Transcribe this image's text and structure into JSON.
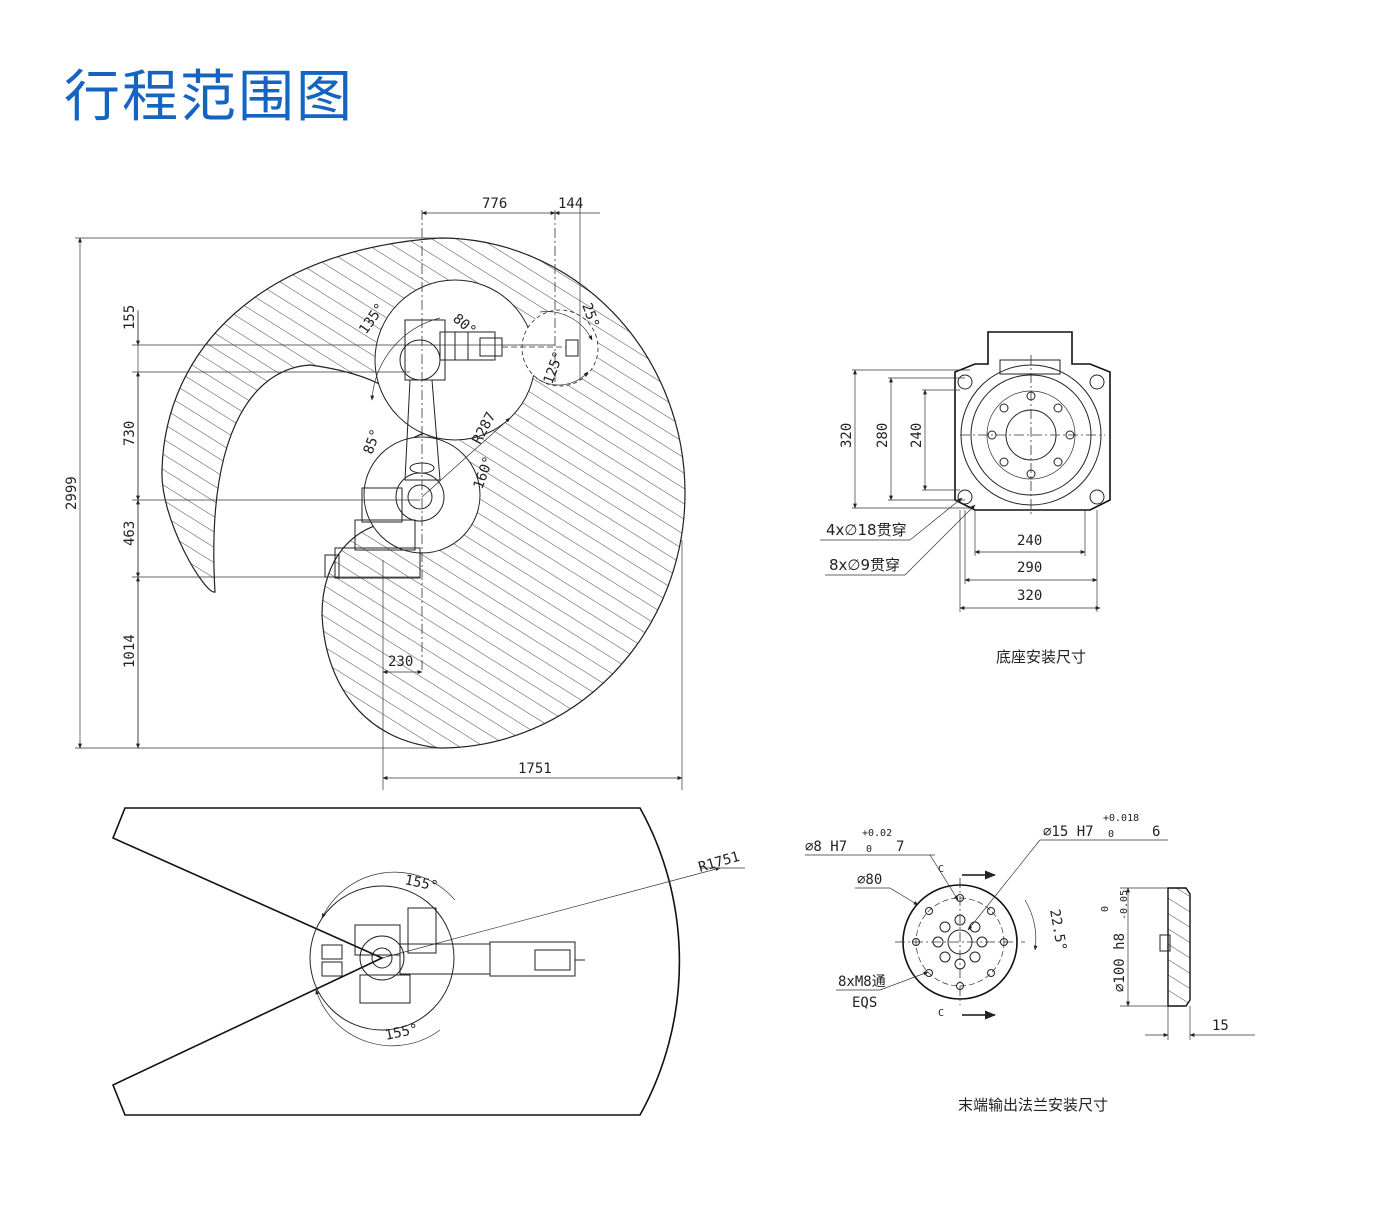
{
  "title": "行程范围图",
  "colors": {
    "title": "#1565c0",
    "line": "#222222"
  },
  "side_view": {
    "dims_top": [
      "776",
      "144"
    ],
    "dims_left": [
      "155",
      "730",
      "463",
      "1014"
    ],
    "dim_total_height": "2999",
    "dim_bottom": "1751",
    "dim_base": "230",
    "radius": "R287",
    "angles": [
      "135°",
      "80°",
      "25°",
      "125°",
      "85°",
      "160°"
    ]
  },
  "base_mount": {
    "dims_vertical": [
      "320",
      "280",
      "240"
    ],
    "dims_horizontal": [
      "240",
      "290",
      "320"
    ],
    "holes": [
      "4x∅18贯穿",
      "8x∅9贯穿"
    ],
    "caption": "底座安装尺寸"
  },
  "top_view": {
    "radius": "R1751",
    "angles": [
      "155°",
      "155°"
    ]
  },
  "flange": {
    "callouts": {
      "pin_hole": "∅8 H7",
      "pin_tol_upper": "+0.02",
      "pin_tol_lower": "0",
      "pin_depth": "7",
      "bore": "∅15 H7",
      "bore_tol_upper": "+0.018",
      "bore_tol_lower": "0",
      "bore_depth": "6",
      "pcd": "∅80",
      "angle": "22.5°",
      "thread_1": "8xM8通",
      "thread_2": "EQS",
      "section_mark_top": "C",
      "section_mark_bottom": "C",
      "shaft_tol_upper": "0",
      "shaft_tol_lower": "-0.05",
      "shaft": "∅100 h8",
      "thickness": "15"
    },
    "caption": "末端输出法兰安装尺寸"
  }
}
